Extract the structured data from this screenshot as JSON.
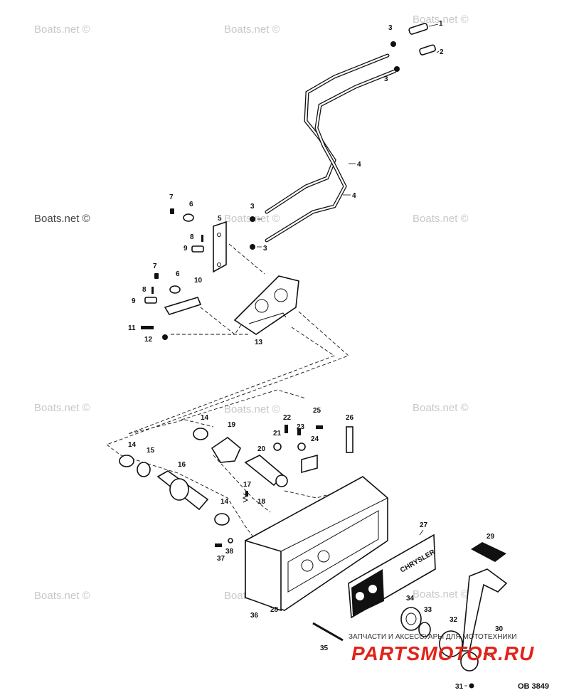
{
  "watermarks": [
    "Boats.net ©",
    "Boats.net ©",
    "Boats.net ©",
    "Boats.net ©",
    "Boats.net ©",
    "Boats.net ©",
    "Boats.net ©",
    "Boats.net ©",
    "Boats.net ©",
    "Boats.net ©",
    "Boats.net ©",
    "Boats.net ©"
  ],
  "callouts": [
    "1",
    "2",
    "3",
    "3",
    "3",
    "3",
    "4",
    "4",
    "5",
    "6",
    "6",
    "7",
    "7",
    "8",
    "8",
    "9",
    "9",
    "10",
    "11",
    "12",
    "13",
    "14",
    "14",
    "14",
    "15",
    "16",
    "17",
    "18",
    "19",
    "20",
    "21",
    "22",
    "23",
    "24",
    "25",
    "26",
    "27",
    "28",
    "29",
    "30",
    "31",
    "32",
    "33",
    "34",
    "35",
    "36",
    "37",
    "38"
  ],
  "panel_brand": "CHRYSLER",
  "drawing_code": "OB 3849",
  "store_banner": {
    "tagline": "ЗАПЧАСТИ И АКСЕССУАРЫ ДЛЯ МОТОТЕХНИКИ",
    "logo": "PARTSMOTOR.RU",
    "logo_color": "#e2231a"
  }
}
